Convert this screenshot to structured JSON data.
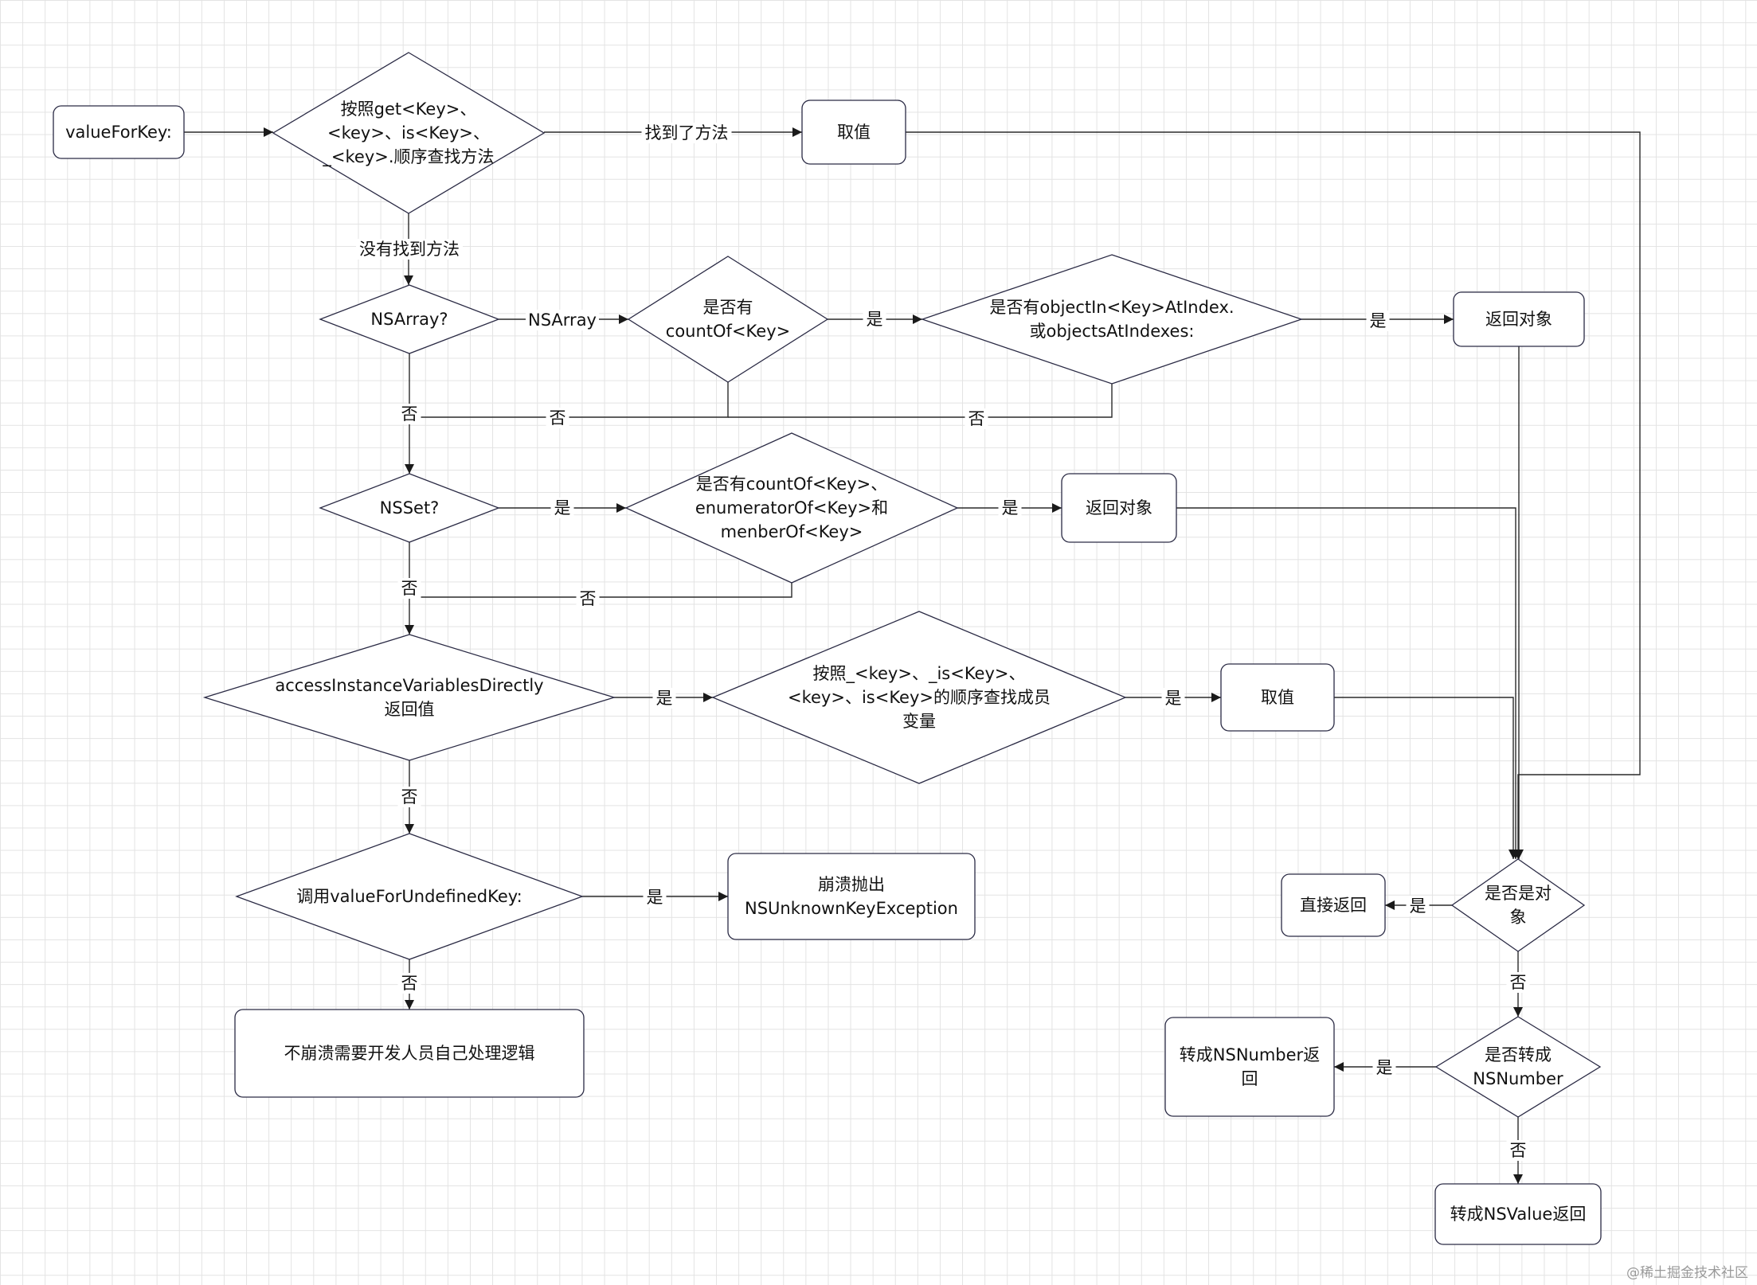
{
  "diagram": {
    "nodes": {
      "start": {
        "lines": [
          "valueForKey:"
        ]
      },
      "find_getter": {
        "lines": [
          "按照get<Key>、",
          "<key>、is<Key>、",
          "_<key>.顺序查找方法"
        ]
      },
      "value1": {
        "lines": [
          "取值"
        ]
      },
      "is_nsarray": {
        "lines": [
          "NSArray?"
        ]
      },
      "has_count": {
        "lines": [
          "是否有",
          "countOf<Key>"
        ]
      },
      "has_objectin": {
        "lines": [
          "是否有objectIn<Key>AtIndex.",
          "或objectsAtIndexes:"
        ]
      },
      "return_obj1": {
        "lines": [
          "返回对象"
        ]
      },
      "is_nsset": {
        "lines": [
          "NSSet?"
        ]
      },
      "has_set_methods": {
        "lines": [
          "是否有countOf<Key>、",
          "enumeratorOf<Key>和",
          "menberOf<Key>"
        ]
      },
      "return_obj2": {
        "lines": [
          "返回对象"
        ]
      },
      "access_ivars": {
        "lines": [
          "accessInstanceVariablesDirectly",
          "返回值"
        ]
      },
      "find_ivars": {
        "lines": [
          "按照_<key>、_is<Key>、",
          "<key>、is<Key>的顺序查找成员",
          "变量"
        ]
      },
      "value2": {
        "lines": [
          "取值"
        ]
      },
      "undefined_key": {
        "lines": [
          "调用valueForUndefinedKey:"
        ]
      },
      "crash": {
        "lines": [
          "崩溃抛出",
          "NSUnknownKeyException"
        ]
      },
      "no_crash": {
        "lines": [
          "不崩溃需要开发人员自己处理逻辑"
        ]
      },
      "is_object": {
        "lines": [
          "是否是对",
          "象"
        ]
      },
      "return_direct": {
        "lines": [
          "直接返回"
        ]
      },
      "to_nsnumber_q": {
        "lines": [
          "是否转成",
          "NSNumber"
        ]
      },
      "to_nsnumber": {
        "lines": [
          "转成NSNumber返",
          "回"
        ]
      },
      "to_nsvalue": {
        "lines": [
          "转成NSValue返回"
        ]
      }
    },
    "edge_labels": {
      "found_method": "找到了方法",
      "not_found": "没有找到方法",
      "nsarray": "NSArray",
      "yes_objectin": "是",
      "yes_return1": "是",
      "no_array": "否",
      "no_count": "否",
      "no_objectin": "否",
      "yes_set": "是",
      "yes_return2": "是",
      "no_set": "否",
      "no_set_methods": "否",
      "yes_access": "是",
      "yes_value2": "是",
      "no_access": "否",
      "yes_crash": "是",
      "no_undefined": "否",
      "yes_direct": "是",
      "no_object": "否",
      "yes_nsnumber": "是",
      "no_nsnumber": "否"
    }
  },
  "watermark": "@稀土掘金技术社区"
}
